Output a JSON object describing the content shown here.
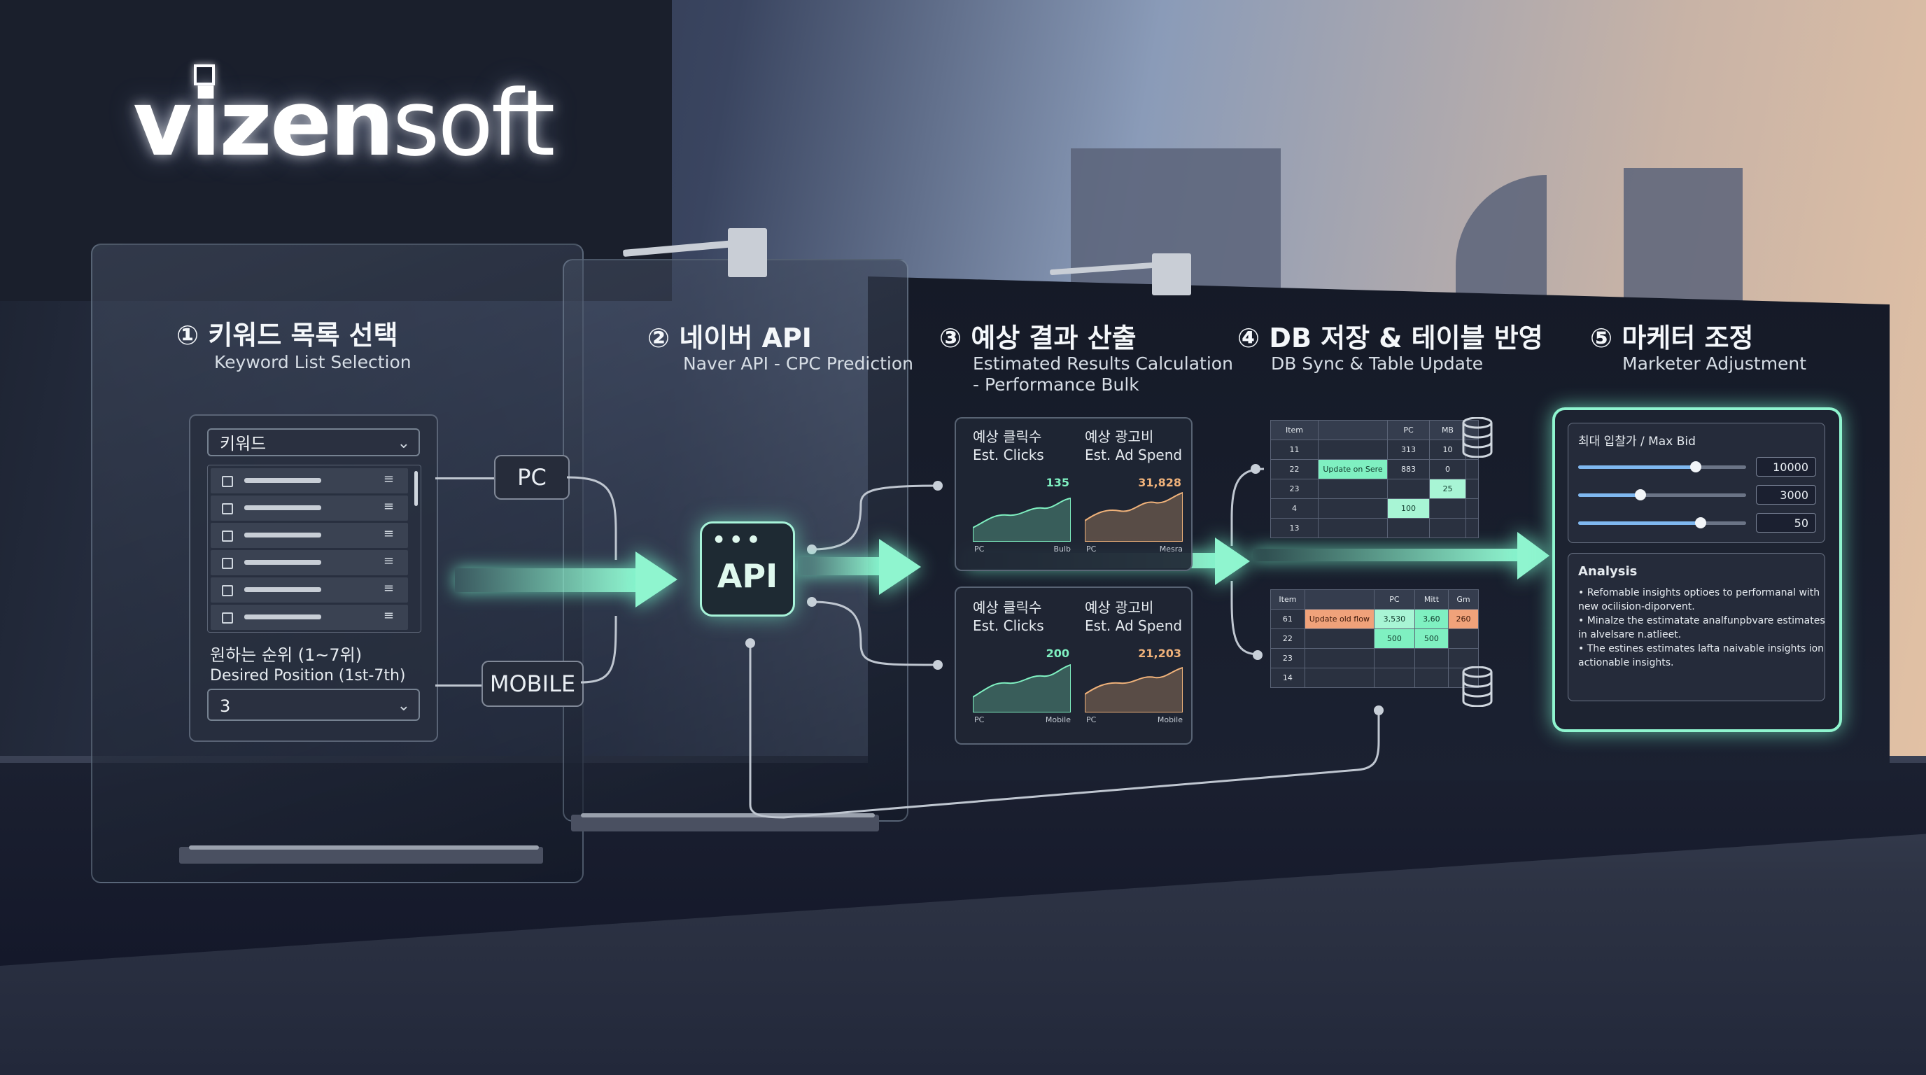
{
  "brand": {
    "name_bold": "vizen",
    "name_thin": "soft"
  },
  "steps": [
    {
      "title": "① 키워드 목록 선택",
      "subtitle": "Keyword List Selection"
    },
    {
      "title": "② 네이버 API",
      "subtitle": "Naver API - CPC Prediction"
    },
    {
      "title": "③ 예상 결과 산출",
      "subtitle": "Estimated Results Calculation",
      "subtitle2": "- Performance Bulk"
    },
    {
      "title": "④ DB 저장 & 테이블 반영",
      "subtitle": "DB Sync & Table Update"
    },
    {
      "title": "⑤ 마케터 조정",
      "subtitle": "Marketer Adjustment"
    }
  ],
  "keyword_panel": {
    "dropdown_label": "키워드",
    "position_label": "원하는 순위 (1~7위)",
    "position_label_en": "Desired Position (1st-7th)",
    "position_value": "3"
  },
  "devices": {
    "pc": "PC",
    "mobile": "MOBILE"
  },
  "api_label": "API",
  "charts": [
    {
      "title": "예상 클릭수",
      "subtitle": "Est. Clicks",
      "value": "135",
      "left_axis": "PC",
      "right_axis": "Bulb",
      "color": "#7ff0c1"
    },
    {
      "title": "예상 광고비",
      "subtitle": "Est. Ad Spend",
      "value": "31,828",
      "left_axis": "PC",
      "right_axis": "Mesra",
      "color": "#f0b27a"
    },
    {
      "title": "예상 클릭수",
      "subtitle": "Est. Clicks",
      "value": "200",
      "left_axis": "PC",
      "right_axis": "Mobile",
      "color": "#7ff0c1"
    },
    {
      "title": "예상 광고비",
      "subtitle": "Est. Ad Spend",
      "value": "21,203",
      "left_axis": "PC",
      "right_axis": "Mobile",
      "color": "#f0b27a"
    }
  ],
  "table_top": {
    "headers": [
      "Item",
      "",
      "PC",
      "MB",
      ""
    ],
    "rows": [
      [
        "11",
        "",
        "313",
        "10",
        ""
      ],
      [
        "22",
        "Update on Sere",
        "883",
        "0",
        ""
      ],
      [
        "23",
        "",
        "",
        "25",
        ""
      ],
      [
        "4",
        "",
        "100",
        "",
        ""
      ],
      [
        "13",
        "",
        "",
        "",
        ""
      ]
    ]
  },
  "table_bottom": {
    "headers": [
      "Item",
      "",
      "PC",
      "Mitt",
      "Gm"
    ],
    "rows": [
      [
        "61",
        "Update old flow",
        "3,530",
        "3,60",
        "260"
      ],
      [
        "22",
        "",
        "500",
        "500",
        ""
      ],
      [
        "23",
        "",
        "",
        "",
        ""
      ],
      [
        "14",
        "",
        "",
        "",
        ""
      ]
    ]
  },
  "adjust_panel": {
    "max_bid_label": "최대 입찰가 / Max Bid",
    "sliders": [
      {
        "value": "10000",
        "level": 0.7
      },
      {
        "value": "3000",
        "level": 0.37
      },
      {
        "value": "50",
        "level": 0.73
      }
    ],
    "analysis_title": "Analysis",
    "analysis_items": [
      "• Refomable insights optioes to performanal with",
      "   new ocilision-diporvent.",
      "• Minalze the estimatate analfunpbvare estimates",
      "   in alvelsare n.atlieet.",
      "• The estines estimates lafta naivable insights ion",
      "   actionable insights."
    ]
  },
  "colors": {
    "accent": "#8ff5cf",
    "orange": "#f0b27a"
  }
}
